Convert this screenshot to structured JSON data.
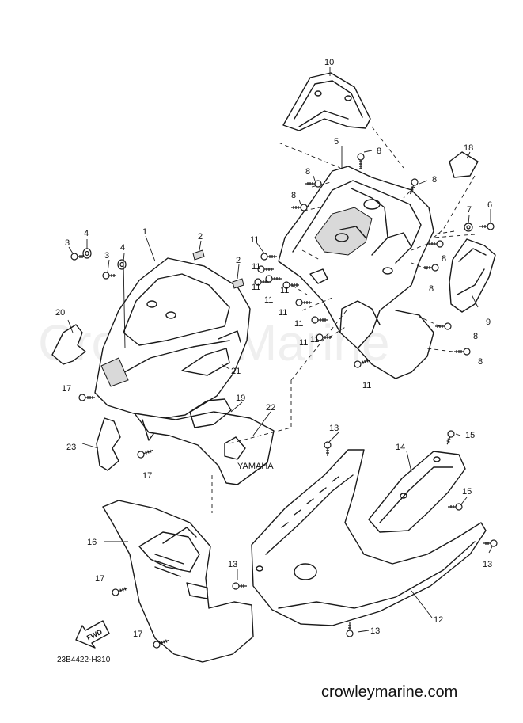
{
  "diagram": {
    "watermark": "Crowley Marine",
    "drawing_code": "23B4422-H310",
    "fwd_label": "FWD",
    "website": "crowleymarine.com",
    "callouts": [
      "1",
      "2",
      "3",
      "4",
      "5",
      "6",
      "7",
      "8",
      "9",
      "10",
      "11",
      "12",
      "13",
      "14",
      "15",
      "16",
      "17",
      "18",
      "19",
      "20",
      "21",
      "22",
      "23"
    ]
  }
}
